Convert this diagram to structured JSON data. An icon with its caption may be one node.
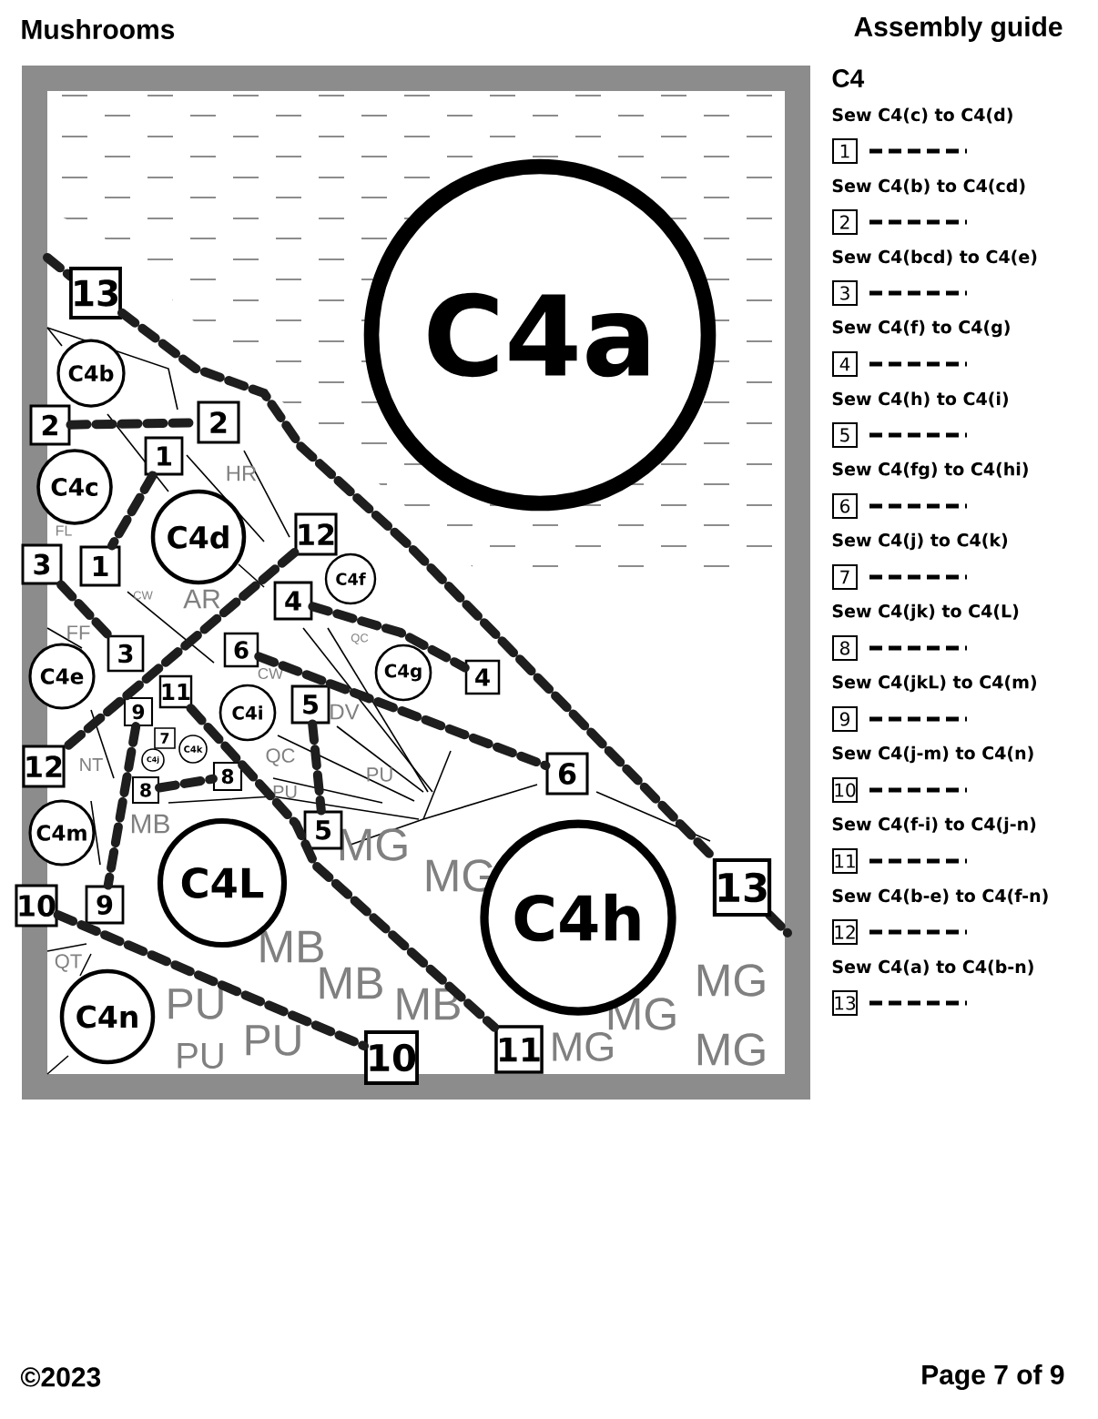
{
  "diagram": {
    "title": "Mushrooms",
    "nodes": [
      {
        "text": [
          "C4a"
        ]
      },
      {
        "text": [
          "C4b"
        ]
      },
      {
        "text": [
          "C4c"
        ]
      },
      {
        "text": [
          "C4d"
        ]
      },
      {
        "text": [
          "C4e"
        ]
      },
      {
        "text": [
          "C4f"
        ]
      },
      {
        "text": [
          "C4g"
        ]
      },
      {
        "text": [
          "C4h"
        ]
      },
      {
        "text": [
          "C4i"
        ]
      },
      {
        "text": [
          "C4j"
        ]
      },
      {
        "text": [
          "C4k"
        ]
      },
      {
        "text": [
          "C4L"
        ]
      },
      {
        "text": [
          "C4m"
        ]
      },
      {
        "text": [
          "C4n"
        ]
      },
      {
        "text": [
          "13"
        ]
      },
      {
        "text": [
          "2"
        ]
      },
      {
        "text": [
          "2"
        ]
      },
      {
        "text": [
          "1"
        ]
      },
      {
        "text": [
          "1"
        ]
      },
      {
        "text": [
          "3"
        ]
      },
      {
        "text": [
          "12"
        ]
      },
      {
        "text": [
          "4"
        ]
      },
      {
        "text": [
          "3"
        ]
      },
      {
        "text": [
          "6"
        ]
      },
      {
        "text": [
          "4"
        ]
      },
      {
        "text": [
          "11"
        ]
      },
      {
        "text": [
          "9"
        ]
      },
      {
        "text": [
          "5"
        ]
      },
      {
        "text": [
          "7"
        ]
      },
      {
        "text": [
          "12"
        ]
      },
      {
        "text": [
          "8"
        ]
      },
      {
        "text": [
          "8"
        ]
      },
      {
        "text": [
          "6"
        ]
      },
      {
        "text": [
          "5"
        ]
      },
      {
        "text": [
          "13"
        ]
      },
      {
        "text": [
          "10"
        ]
      },
      {
        "text": [
          "9"
        ]
      },
      {
        "text": [
          "10"
        ]
      },
      {
        "text": [
          "11"
        ]
      },
      {
        "text": [
          "1"
        ],
        "beside": [
          "Sew C4(c) to C4(d)"
        ]
      },
      {
        "text": [
          "2"
        ],
        "beside": [
          "Sew C4(b) to C4(cd)"
        ]
      },
      {
        "text": [
          "3"
        ],
        "beside": [
          "Sew C4(bcd) to C4(e)"
        ]
      },
      {
        "text": [
          "4"
        ],
        "beside": [
          "Sew C4(f) to C4(g)"
        ]
      },
      {
        "text": [
          "5"
        ],
        "beside": [
          "Sew C4(h) to C4(i)"
        ]
      },
      {
        "text": [
          "6"
        ],
        "beside": [
          "Sew C4(fg) to C4(hi)"
        ]
      },
      {
        "text": [
          "7"
        ],
        "beside": [
          "Sew C4(j) to C4(k)"
        ]
      },
      {
        "text": [
          "8"
        ],
        "beside": [
          "Sew C4(jk) to C4(L)"
        ]
      },
      {
        "text": [
          "9"
        ],
        "beside": [
          "Sew C4(jkL) to C4(m)"
        ]
      },
      {
        "text": [
          "10"
        ],
        "beside": [
          "Sew C4(j-m) to C4(n)"
        ]
      },
      {
        "text": [
          "11"
        ],
        "beside": [
          "Sew C4(f-i) to C4(j-n)"
        ]
      },
      {
        "text": [
          "12"
        ],
        "beside": [
          "Sew C4(b-e) to C4(f-n)"
        ]
      },
      {
        "text": [
          "13"
        ],
        "beside": [
          "Sew C4(a) to C4(b-n)"
        ]
      }
    ],
    "edges": [
      {
        "from": 14,
        "to": 34,
        "arrow": "none"
      },
      {
        "from": 15,
        "to": 16,
        "arrow": "none"
      },
      {
        "from": 17,
        "to": 18,
        "arrow": "none"
      },
      {
        "from": 19,
        "to": 22,
        "arrow": "none"
      },
      {
        "from": 20,
        "to": 29,
        "arrow": "none"
      },
      {
        "from": 21,
        "to": 24,
        "arrow": "none"
      },
      {
        "from": 23,
        "to": 32,
        "arrow": "none"
      },
      {
        "from": 27,
        "to": 33,
        "arrow": "none"
      },
      {
        "from": 25,
        "to": 38,
        "arrow": "none"
      },
      {
        "from": 26,
        "to": 36,
        "arrow": "none"
      },
      {
        "from": 35,
        "to": 37,
        "arrow": "none"
      },
      {
        "from": 30,
        "to": 31,
        "arrow": "none"
      }
    ],
    "labels": [
      "Assembly guide",
      "C4",
      "HR",
      "FL",
      "CW",
      "AR",
      "FF",
      "QC",
      "CW",
      "DV",
      "NT",
      "QC",
      "PU",
      "PU",
      "MB",
      "MG",
      "MB",
      "MB",
      "PU",
      "MG",
      "MG",
      "MB",
      "MG",
      "QT",
      "PU",
      "PU",
      "MG",
      "MG",
      "©2023",
      "Page 7 of 9"
    ]
  }
}
